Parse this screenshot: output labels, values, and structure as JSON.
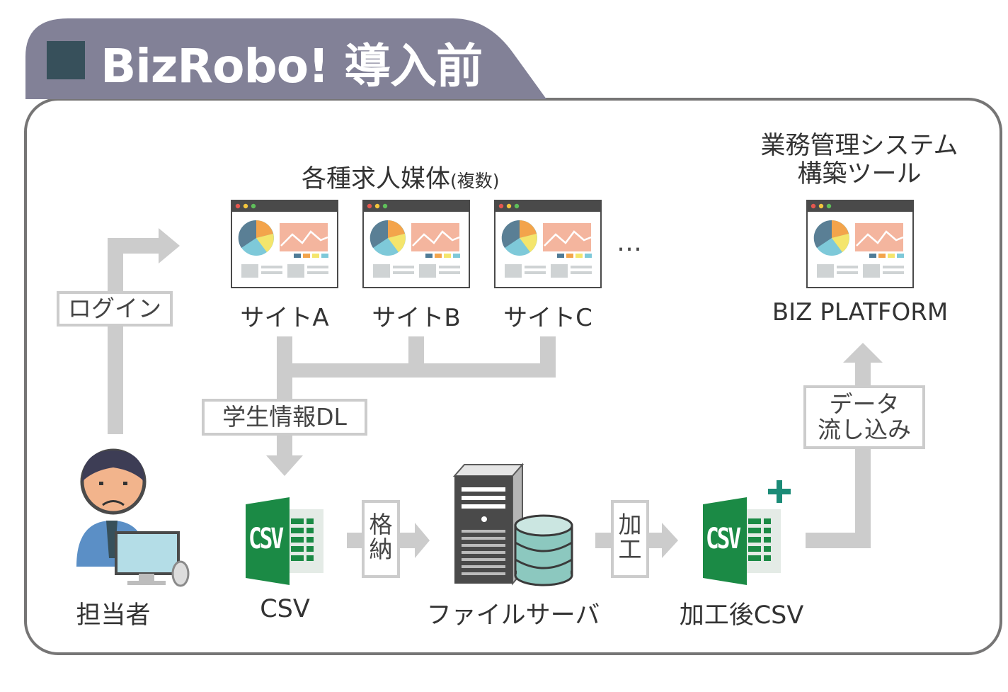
{
  "header": {
    "title": "BizRobo! 導入前"
  },
  "colors": {
    "header_bg": "#828197",
    "header_square": "#37505b",
    "frame_border": "#767575",
    "arrow": "#cccccc",
    "excel_green": "#1b8a45",
    "plus_teal": "#1b8b77"
  },
  "media": {
    "heading": "各種求人媒体",
    "heading_note": "(複数)",
    "sites": [
      "サイトA",
      "サイトB",
      "サイトC"
    ],
    "more": "…"
  },
  "system": {
    "heading_line1": "業務管理システム",
    "heading_line2": "構築ツール",
    "name": "BIZ PLATFORM"
  },
  "flow": {
    "login": "ログイン",
    "download": "学生情報DL",
    "store": "格納",
    "process": "加工",
    "data_in_line1": "データ",
    "data_in_line2": "流し込み"
  },
  "nodes": {
    "person": "担当者",
    "csv": "CSV",
    "server": "ファイルサーバ",
    "processed_csv": "加工後CSV",
    "csv_icon_text": "CSV",
    "plus": "+"
  }
}
